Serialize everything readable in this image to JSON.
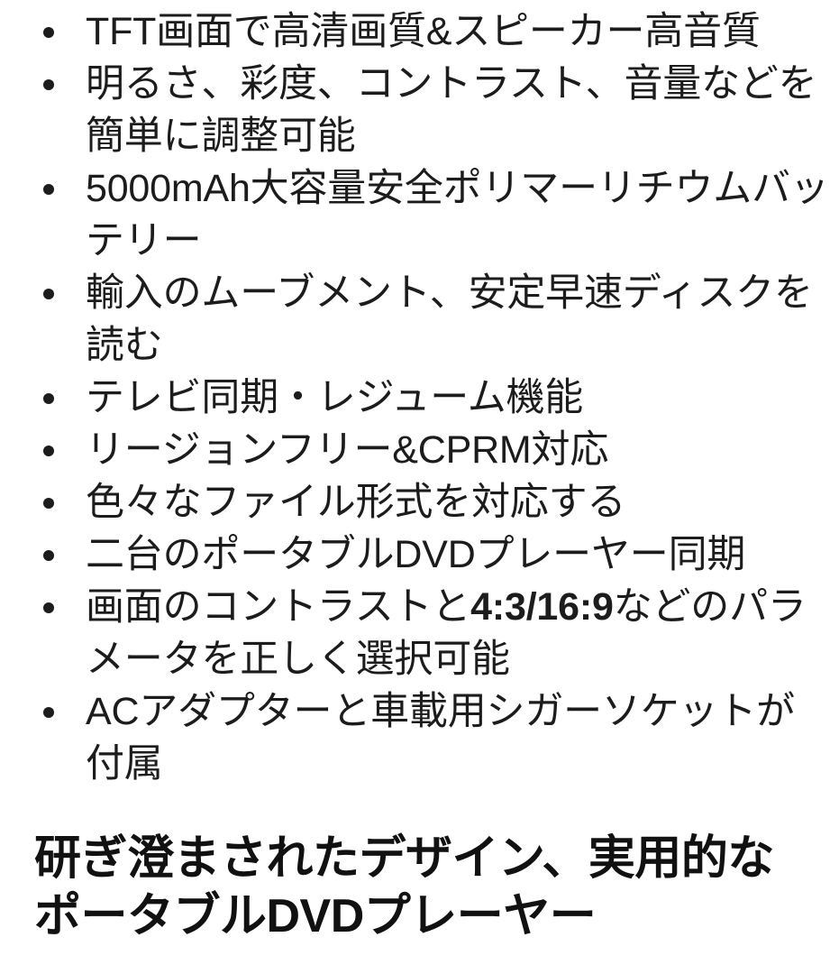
{
  "page": {
    "background_color": "#ffffff",
    "text_color": "#1c1c1c",
    "heading_color": "#111111"
  },
  "features": {
    "bullet_glyph": "•",
    "items": [
      {
        "text": "TFT画面で高清画質&スピーカー高音質"
      },
      {
        "text": "明るさ、彩度、コントラスト、音量などを簡単に調整可能"
      },
      {
        "text": "5000mAh大容量安全ポリマーリチウムバッテリー"
      },
      {
        "text": "輸入のムーブメント、安定早速ディスクを読む"
      },
      {
        "text": "テレビ同期・レジューム機能"
      },
      {
        "text": "リージョンフリー&CPRM対応"
      },
      {
        "text": "色々なファイル形式を対応する"
      },
      {
        "text": "二台のポータブルDVDプレーヤー同期"
      },
      {
        "text_before": "画面のコントラストと",
        "text_emphasis": "4:3/16:9",
        "text_after": "などのパラメータを正しく選択可能"
      },
      {
        "text": "ACアダプターと車載用シガーソケットが付属"
      }
    ]
  },
  "heading": {
    "line1": "研ぎ澄まされたデザイン、実用的な",
    "line2": "ポータブルDVDプレーヤー"
  }
}
